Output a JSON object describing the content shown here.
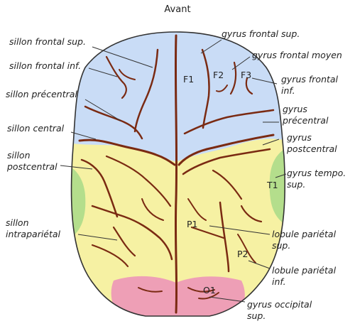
{
  "title": "Avant",
  "colors": {
    "frontal": "#c9dcf6",
    "parietal": "#f6f1a3",
    "temporal": "#b4de8c",
    "occipital": "#ee9fb6",
    "sulcus": "#7a2a12",
    "outline": "#333333"
  },
  "left_labels": [
    {
      "id": "l1",
      "text": "sillon frontal sup."
    },
    {
      "id": "l2",
      "text": "sillon frontal inf."
    },
    {
      "id": "l3",
      "text": "sillon précentral"
    },
    {
      "id": "l4",
      "text": "sillon central"
    },
    {
      "id": "l5a",
      "text": "sillon"
    },
    {
      "id": "l5b",
      "text": "postcentral"
    },
    {
      "id": "l6a",
      "text": "sillon"
    },
    {
      "id": "l6b",
      "text": "intrapariétal"
    }
  ],
  "right_labels": [
    {
      "id": "r1",
      "text": "gyrus frontal sup."
    },
    {
      "id": "r2",
      "text": "gyrus frontal moyen"
    },
    {
      "id": "r3a",
      "text": "gyrus frontal"
    },
    {
      "id": "r3b",
      "text": "inf."
    },
    {
      "id": "r4a",
      "text": "gyrus"
    },
    {
      "id": "r4b",
      "text": "précentral"
    },
    {
      "id": "r5a",
      "text": "gyrus"
    },
    {
      "id": "r5b",
      "text": "postcentral"
    },
    {
      "id": "r6a",
      "text": "gyrus tempo."
    },
    {
      "id": "r6b",
      "text": "sup."
    },
    {
      "id": "r7a",
      "text": "lobule pariétal"
    },
    {
      "id": "r7b",
      "text": "sup."
    },
    {
      "id": "r8a",
      "text": "lobule pariétal"
    },
    {
      "id": "r8b",
      "text": "inf."
    },
    {
      "id": "r9a",
      "text": "gyrus occipital"
    },
    {
      "id": "r9b",
      "text": "sup."
    }
  ],
  "region_labels": {
    "f1": "F1",
    "f2": "F2",
    "f3": "F3",
    "t1": "T1",
    "p1": "P1",
    "p2": "P2",
    "o1": "O1"
  }
}
